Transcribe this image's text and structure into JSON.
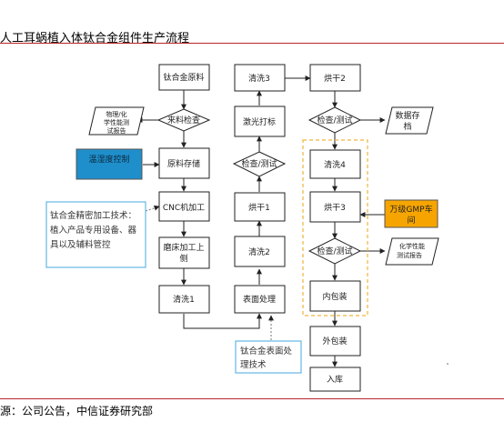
{
  "title": "人工耳蜗植入体钛合金组件生产流程",
  "source": "源：公司公告，中信证券研究部",
  "colors": {
    "rule": "#b8252b",
    "blue_fill": "#1f8fcb",
    "orange_fill": "#f6a500",
    "dashed_orange": "#f0b43c",
    "callout_border": "#63b7e6"
  },
  "nodes": {
    "raw_material": "钛合金原料",
    "incoming_check": "来料检查",
    "phys_chem_report": "物理/化学性能测试报告",
    "raw_storage": "原料存储",
    "temp_humidity": "温湿度控制",
    "cnc": "CNC机加工",
    "grinding_1": "磨床加工上",
    "grinding_2": "侧",
    "clean_1": "清洗1",
    "surface_treatment": "表面处理",
    "clean_2": "清洗2",
    "dry_1": "烘干1",
    "inspect_test_1": "检查/测试",
    "laser_mark": "激光打标",
    "clean_3": "清洗3",
    "dry_2": "烘干2",
    "inspect_test_2": "检查/测试",
    "data_storage_1": "数据存",
    "data_storage_2": "档",
    "clean_4": "清洗4",
    "dry_3": "烘干3",
    "gmp_1": "万级GMP车",
    "gmp_2": "间",
    "inspect_test_3": "检查/测试",
    "chem_report_1": "化学性能",
    "chem_report_2": "测试报告",
    "inner_pack": "内包装",
    "outer_pack": "外包装",
    "warehouse": "入库"
  },
  "notes": {
    "precision_line1": "钛合金精密加工技术：",
    "precision_line2": "植入产品专用设备、器",
    "precision_line3": "具以及辅料管控",
    "surface_line1": "钛合金表面处",
    "surface_line2": "理技术"
  }
}
